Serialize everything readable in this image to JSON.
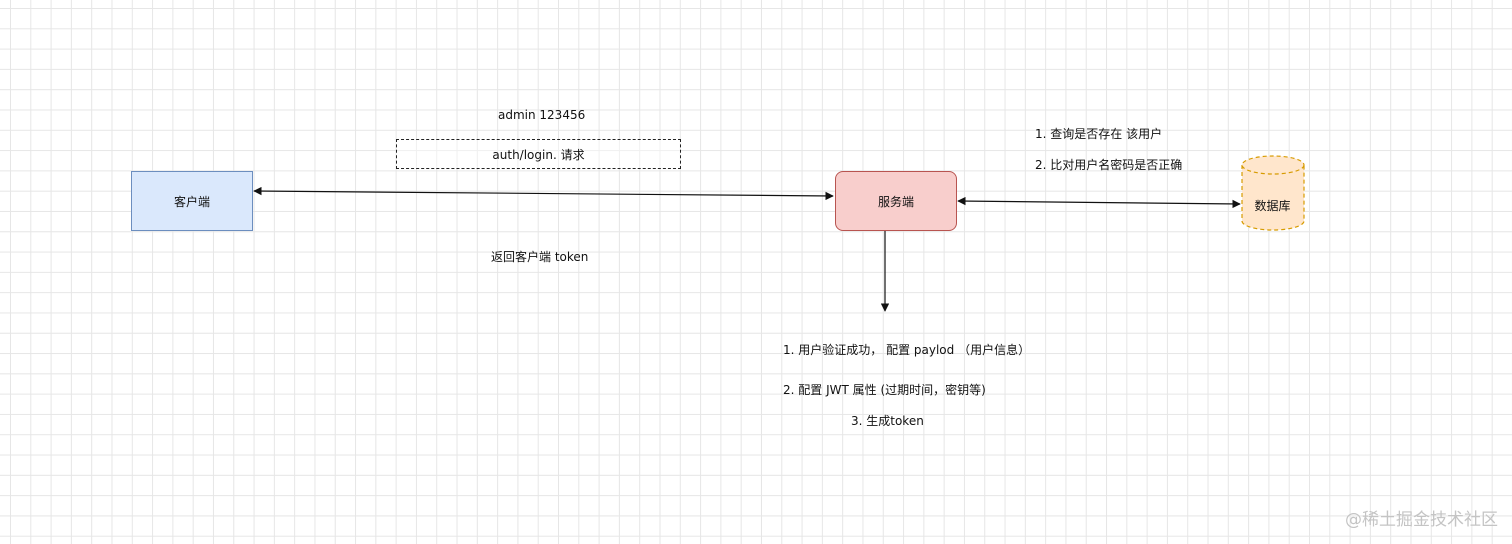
{
  "nodes": {
    "client": "客户端",
    "server": "服务端",
    "database": "数据库"
  },
  "labels": {
    "credentials": "admin  123456",
    "request": "auth/login. 请求",
    "return_token": "返回客户端 token",
    "db_step_1": "1. 查询是否存在 该用户",
    "db_step_2": "2. 比对用户名密码是否正确",
    "gen_step_1": "1. 用户验证成功，  配置 paylod  （用户信息）",
    "gen_step_2": "2. 配置 JWT 属性 (过期时间，密钥等)",
    "gen_step_3": "3. 生成token"
  },
  "watermark": "@稀土掘金技术社区",
  "colors": {
    "client_fill": "#dae8fc",
    "client_stroke": "#6c8ebf",
    "server_fill": "#f8cecc",
    "server_stroke": "#b85450",
    "db_fill": "#ffe6cc",
    "db_stroke": "#d79b00"
  }
}
